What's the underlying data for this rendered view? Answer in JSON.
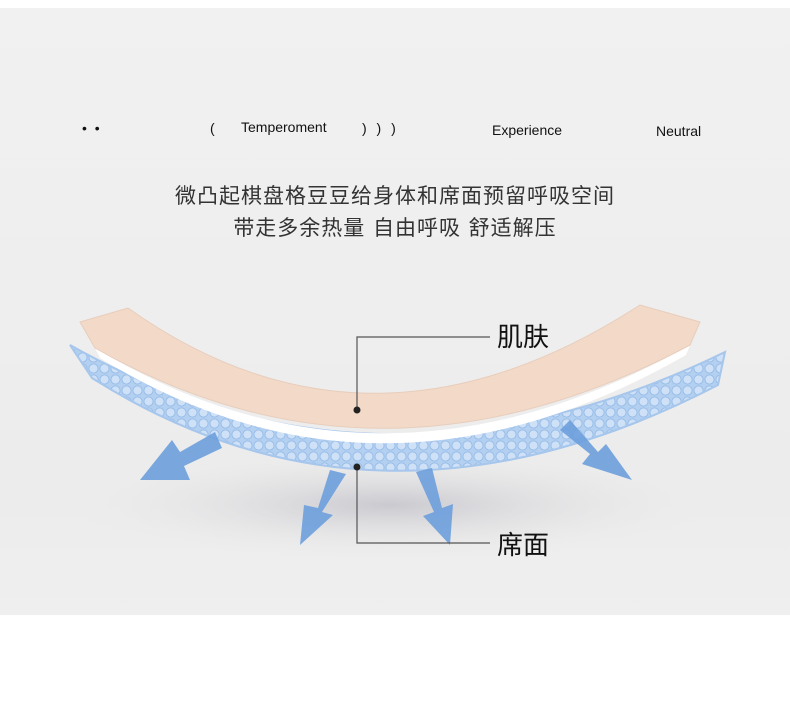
{
  "topbar": {
    "dots": "• •",
    "paren_open": "(",
    "temperoment": "Temperoment",
    "paren_close": ") ) )",
    "experience": "Experience",
    "neutral": "Neutral"
  },
  "headline": {
    "line1": "微凸起棋盘格豆豆给身体和席面预留呼吸空间",
    "line2": "带走多余热量 自由呼吸 舒适解压"
  },
  "diagram": {
    "label_skin": "肌肤",
    "label_mat": "席面",
    "colors": {
      "skin": "#f2d9c8",
      "beads": "#a9c9ef",
      "arrow": "#6d9fdc"
    }
  }
}
